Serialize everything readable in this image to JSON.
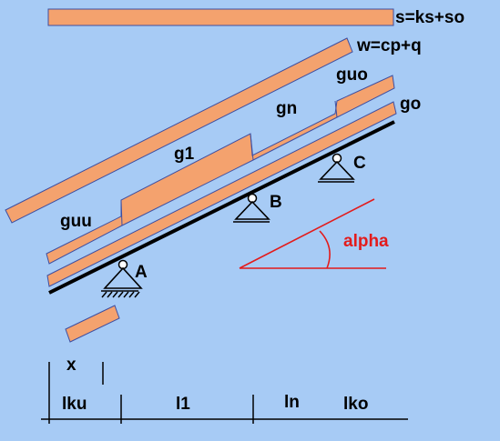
{
  "colors": {
    "background": "#a7cbf5",
    "load_fill": "#f4a26e",
    "load_stroke": "#3f4fa0",
    "beam": "#000000",
    "angle": "#e31b1b"
  },
  "labels": {
    "s": "s=ks+so",
    "w": "w=cp+q",
    "guo": "guo",
    "gn": "gn",
    "go": "go",
    "g1": "g1",
    "guu": "guu",
    "support_a": "A",
    "support_b": "B",
    "support_c": "C",
    "alpha": "alpha",
    "x": "x",
    "lku": "lku",
    "l1": "l1",
    "ln": "ln",
    "lko": "lko"
  }
}
